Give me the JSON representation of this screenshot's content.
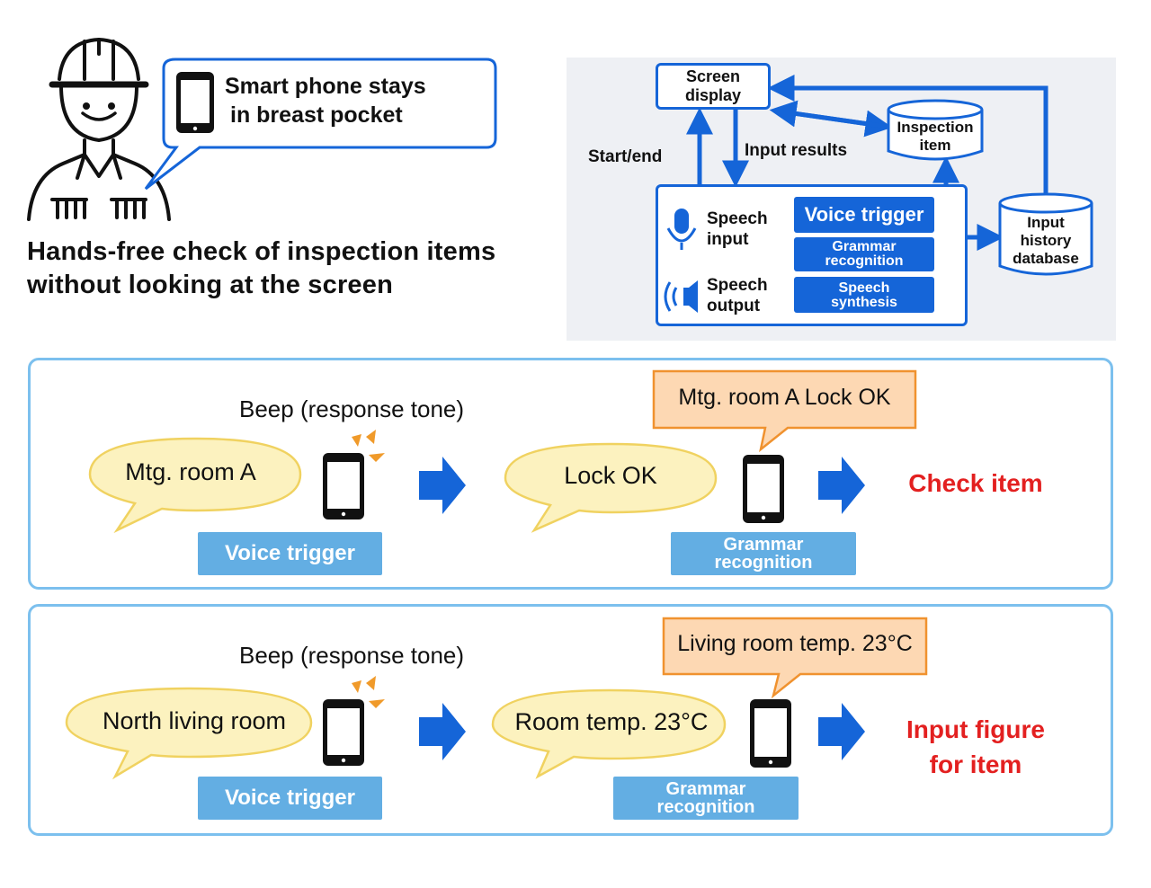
{
  "header": {
    "pocket_line1": "Smart phone stays",
    "pocket_line2": "in breast pocket",
    "title_line1": "Hands-free check of inspection items",
    "title_line2": "without looking at the screen"
  },
  "system": {
    "screen_display_line1": "Screen",
    "screen_display_line2": "display",
    "inspection_item_line1": "Inspection",
    "inspection_item_line2": "item",
    "start_end": "Start/end",
    "input_results": "Input results",
    "speech_input_line1": "Speech",
    "speech_input_line2": "input",
    "speech_output_line1": "Speech",
    "speech_output_line2": "output",
    "voice_trigger": "Voice trigger",
    "grammar_line1": "Grammar",
    "grammar_line2": "recognition",
    "synthesis_line1": "Speech",
    "synthesis_line2": "synthesis",
    "history_line1": "Input",
    "history_line2": "history",
    "history_line3": "database",
    "colors": {
      "accent": "#1565d8",
      "panel_bg": "#eef0f4"
    }
  },
  "scenarios": [
    {
      "beep": "Beep (response tone)",
      "utterance1": "Mtg. room A",
      "tag1": "Voice trigger",
      "utterance2": "Lock OK",
      "tag2_line1": "Grammar",
      "tag2_line2": "recognition",
      "screen_text": "Mtg. room A Lock OK",
      "result_line1": "Check item",
      "result_line2": ""
    },
    {
      "beep": "Beep (response tone)",
      "utterance1": "North living room",
      "tag1": "Voice trigger",
      "utterance2": "Room temp. 23°C",
      "tag2_line1": "Grammar",
      "tag2_line2": "recognition",
      "screen_text": "Living room temp. 23°C",
      "result_line1": "Input figure",
      "result_line2": "for item"
    }
  ],
  "icons": [
    "worker-icon",
    "smartphone-icon",
    "microphone-icon",
    "speaker-icon",
    "database-icon",
    "arrow-right-icon",
    "beep-icon"
  ],
  "colors": {
    "speech_bubble": "#fcf2bf",
    "orange_bubble": "#fdd8b3",
    "orange_border": "#f0922f",
    "tag_blue": "#63aee3",
    "result_red": "#e32020",
    "frame_blue": "#7cc0ee"
  }
}
